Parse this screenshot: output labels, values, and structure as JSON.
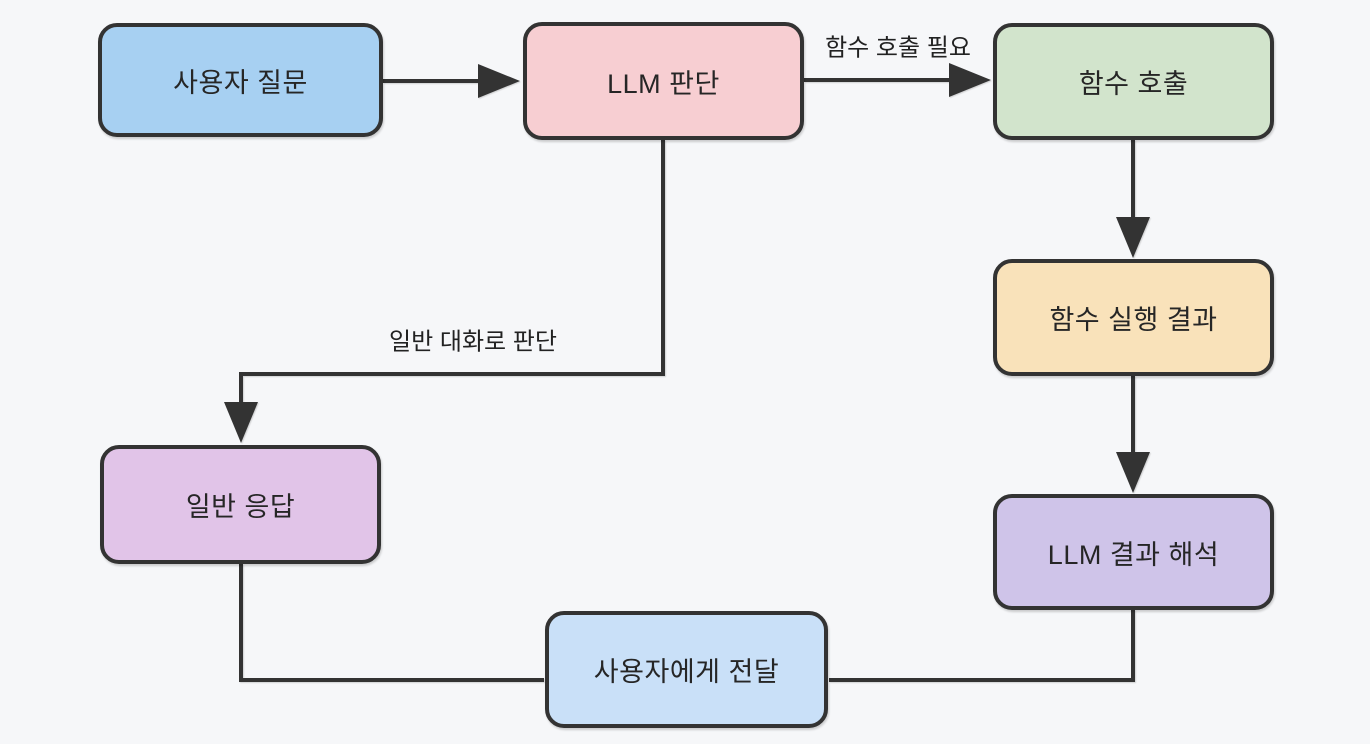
{
  "page": {
    "background_color": "#f6f7f9",
    "line_color": "#333333",
    "text_color": "#262626"
  },
  "diagram": {
    "type": "flowchart",
    "nodes": [
      {
        "id": "user-question",
        "label": "사용자 질문",
        "fill": "#a7d0f2"
      },
      {
        "id": "llm-judgment",
        "label": "LLM 판단",
        "fill": "#f7ced2"
      },
      {
        "id": "function-call",
        "label": "함수 호출",
        "fill": "#d2e4cc"
      },
      {
        "id": "function-exec-result",
        "label": "함수 실행 결과",
        "fill": "#f9e2ba"
      },
      {
        "id": "llm-result-interpretation",
        "label": "LLM 결과 해석",
        "fill": "#cfc4e9"
      },
      {
        "id": "general-response",
        "label": "일반 응답",
        "fill": "#e1c4e8"
      },
      {
        "id": "deliver-to-user",
        "label": "사용자에게 전달",
        "fill": "#c9e0f8"
      }
    ],
    "edges": [
      {
        "from": "user-question",
        "to": "llm-judgment",
        "label": ""
      },
      {
        "from": "llm-judgment",
        "to": "function-call",
        "label": "함수 호출 필요"
      },
      {
        "from": "llm-judgment",
        "to": "general-response",
        "label": "일반 대화로 판단"
      },
      {
        "from": "function-call",
        "to": "function-exec-result",
        "label": ""
      },
      {
        "from": "function-exec-result",
        "to": "llm-result-interpretation",
        "label": ""
      },
      {
        "from": "general-response",
        "to": "deliver-to-user",
        "label": ""
      },
      {
        "from": "llm-result-interpretation",
        "to": "deliver-to-user",
        "label": ""
      }
    ]
  }
}
